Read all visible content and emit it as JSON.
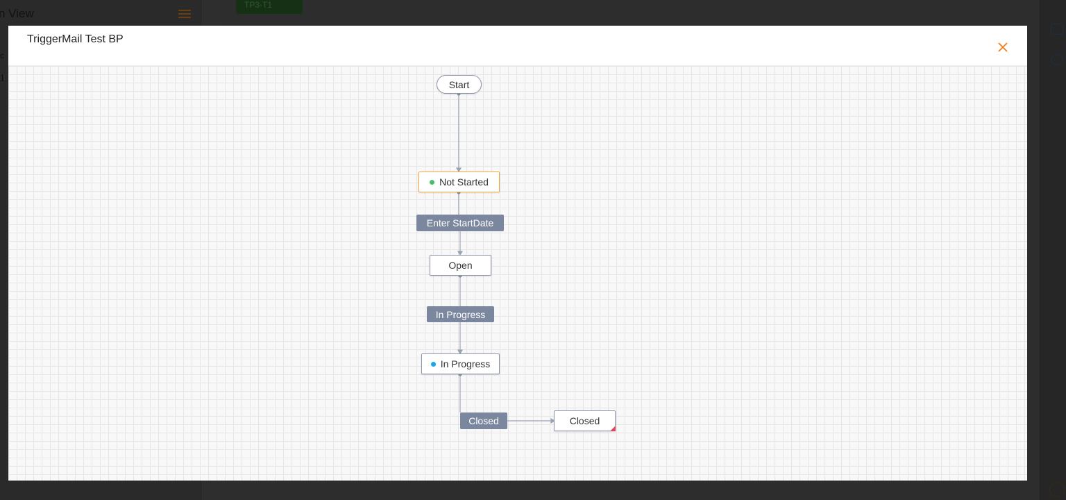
{
  "background": {
    "left_title": "n View",
    "left_fragments": [
      "c",
      "1"
    ],
    "tag_label": "TP3-T1"
  },
  "modal": {
    "title": "TriggerMail Test BP",
    "close_icon": "close-icon",
    "accent_color": "#f07c1c"
  },
  "blueprint": {
    "states": {
      "start": "Start",
      "not_started": "Not Started",
      "open": "Open",
      "in_progress": "In Progress",
      "closed": "Closed"
    },
    "transitions": {
      "enter_start_date": "Enter StartDate",
      "in_progress": "In Progress",
      "closed": "Closed"
    },
    "colors": {
      "current_state_border": "#f1a83c",
      "not_started_dot": "#4cbb6c",
      "in_progress_dot": "#1aa7e8",
      "closed_corner": "#e2435a",
      "transition_bg": "#7a879f",
      "connector": "#9aa3b5"
    }
  }
}
